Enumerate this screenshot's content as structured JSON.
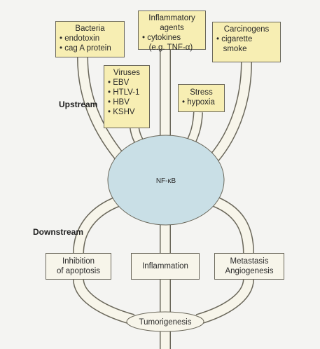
{
  "diagram": {
    "center": "NF-κB",
    "upstream_label": "Upstream",
    "downstream_label": "Downstream",
    "upstream": {
      "bacteria": {
        "title": "Bacteria",
        "items": [
          "endotoxin",
          "cag A protein"
        ]
      },
      "inflammatory": {
        "title_lines": [
          "Inflammatory",
          "agents"
        ],
        "items": [
          "cytokines"
        ],
        "item_cont": "(e.g. TNF-α)"
      },
      "carcinogens": {
        "title": "Carcinogens",
        "items": [
          "cigarette"
        ],
        "item_cont": "smoke"
      },
      "viruses": {
        "title": "Viruses",
        "items": [
          "EBV",
          "HTLV-1",
          "HBV",
          "KSHV"
        ]
      },
      "stress": {
        "title": "Stress",
        "items": [
          "hypoxia"
        ]
      }
    },
    "downstream": {
      "apoptosis": [
        "Inhibition",
        "of apoptosis"
      ],
      "inflammation": [
        "Inflammation"
      ],
      "metastasis": [
        "Metastasis",
        "Angiogenesis"
      ]
    },
    "outcome": "Tumorigenesis",
    "colors": {
      "pipe": "#f7f5ea",
      "upstream_box": "#f7eeb3",
      "nucleus": "#c9dfe6",
      "outline": "#6a675a"
    }
  }
}
